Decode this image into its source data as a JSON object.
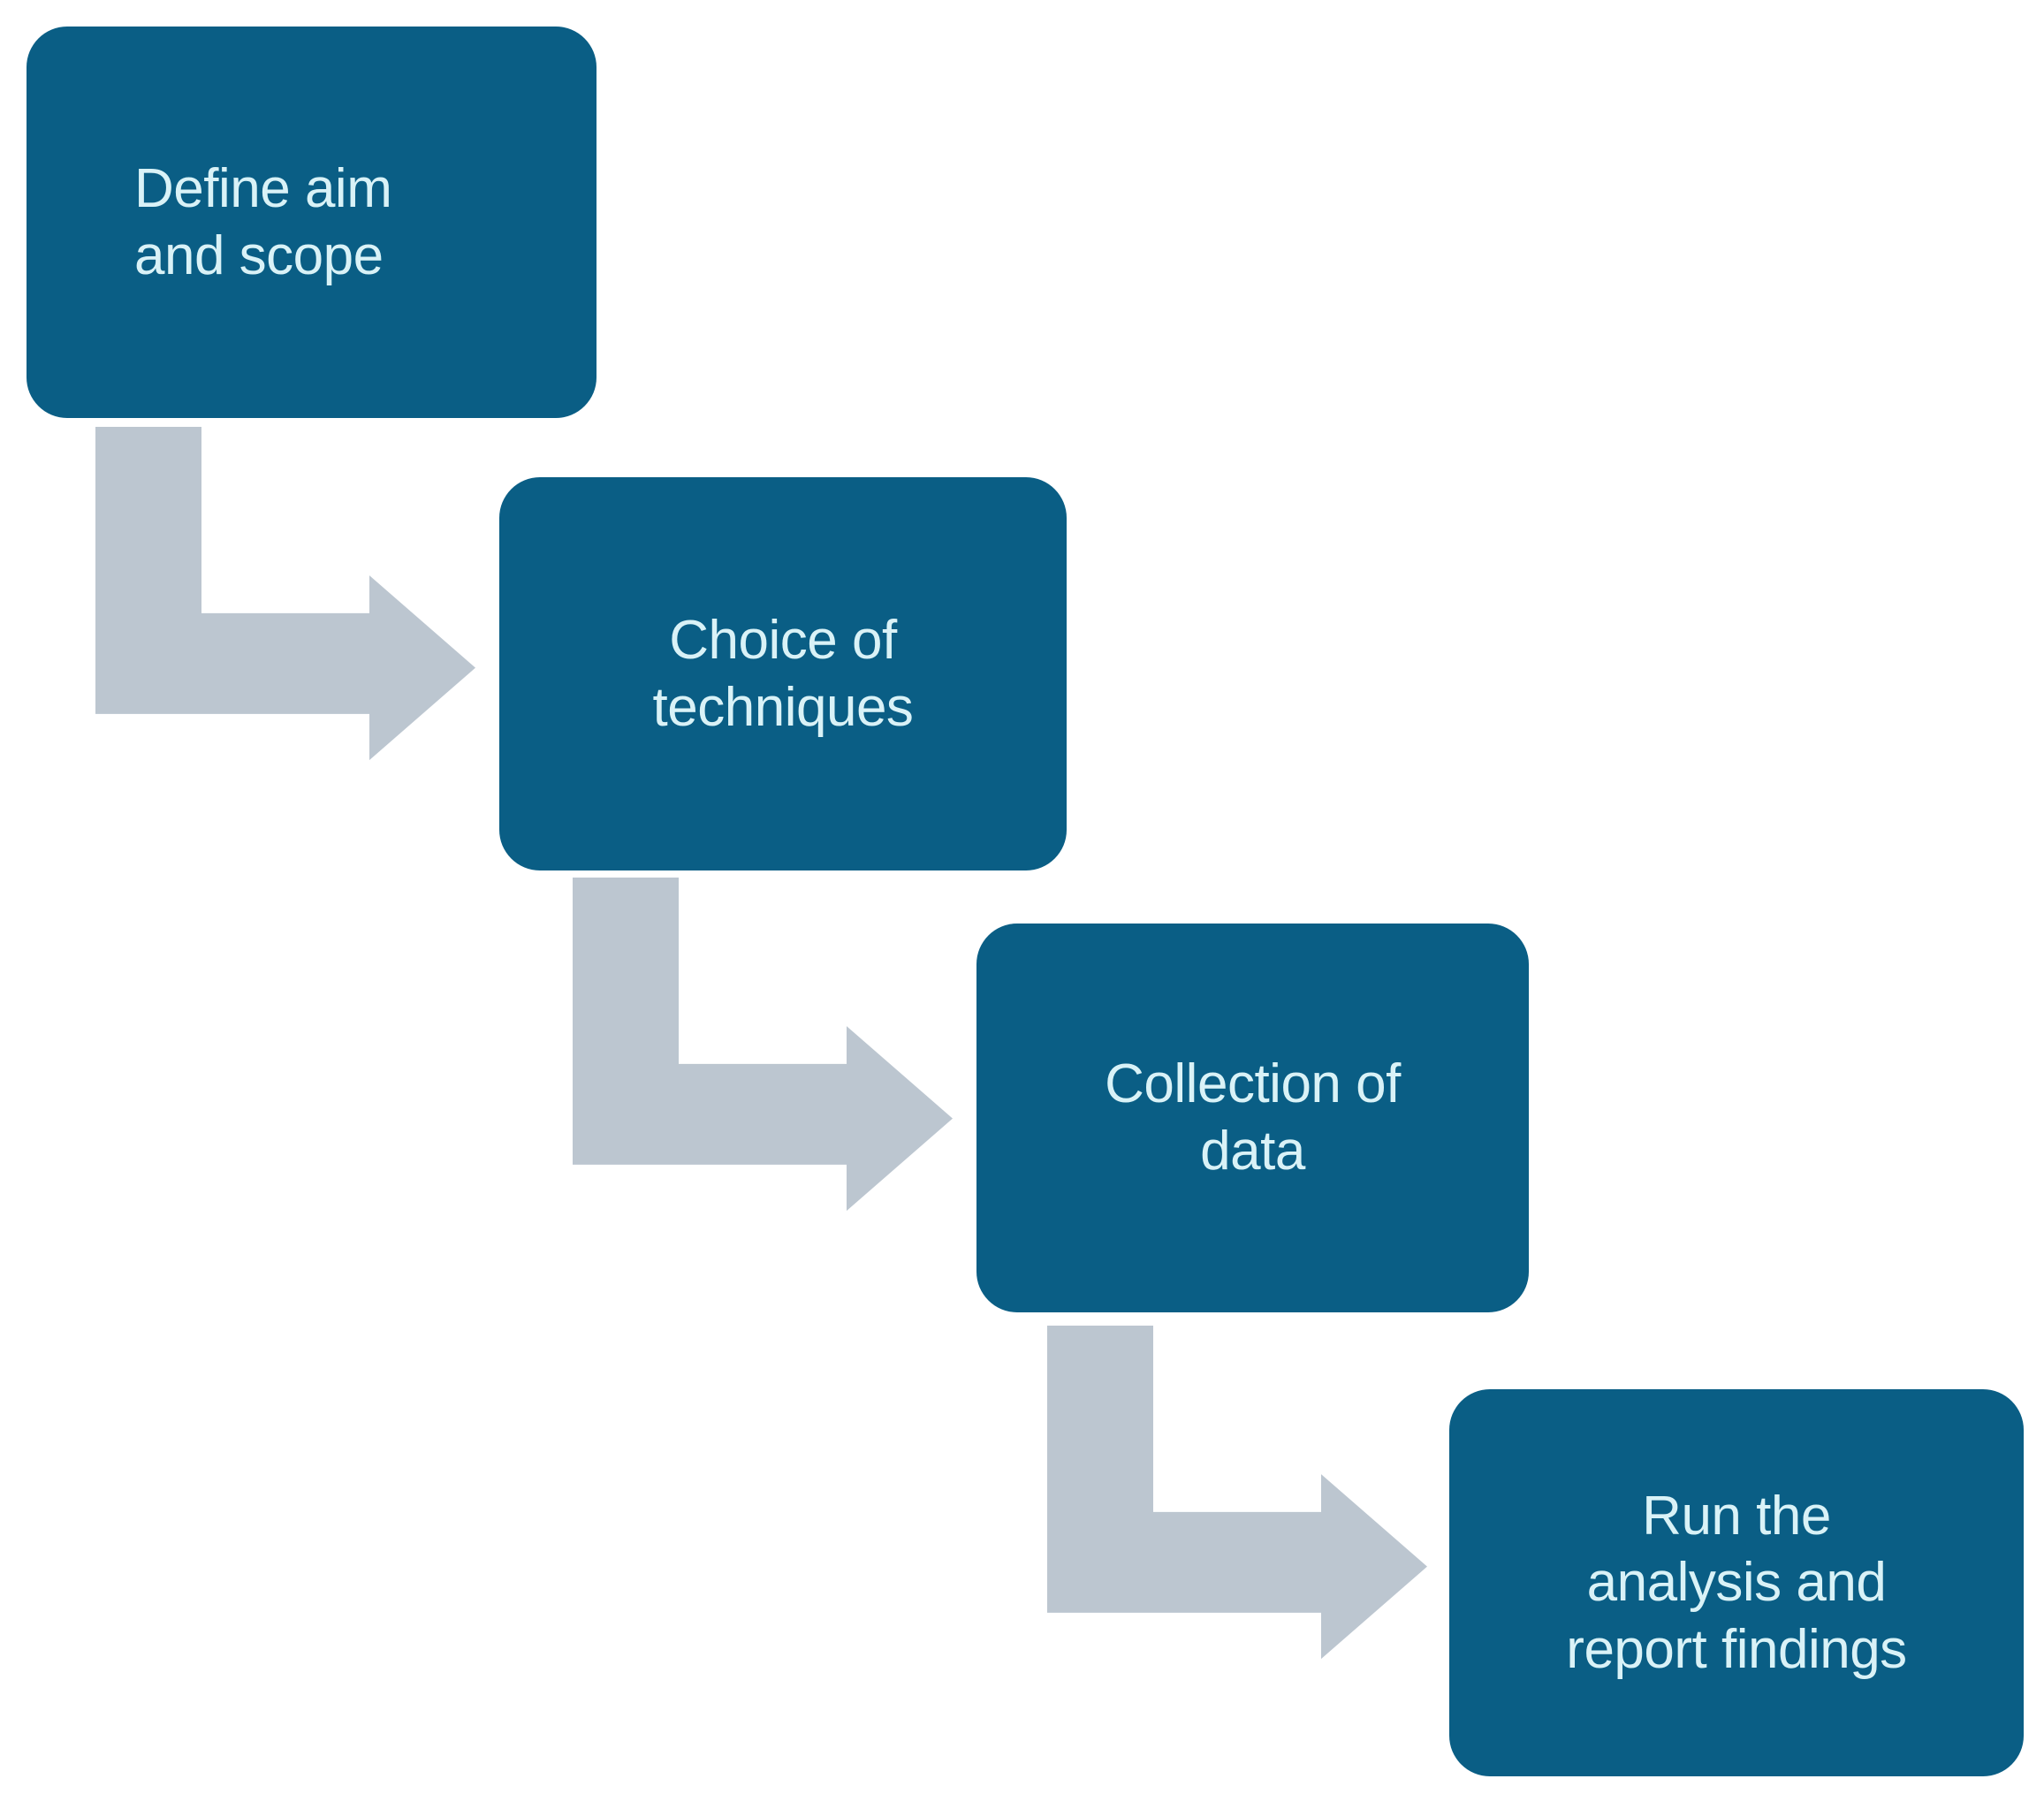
{
  "diagram": {
    "type": "flowchart",
    "orientation": "left-to-right cascading / staircase",
    "background_color": "#ffffff",
    "node_fill_color": "#0a5e85",
    "node_text_color": "#d9f2f7",
    "connector_color": "#bcc6d0",
    "node_count": 4,
    "connector_count": 3,
    "nodes": [
      {
        "id": "define-aim-and-scope",
        "text": "Define aim\nand scope",
        "step": 1
      },
      {
        "id": "choice-of-techniques",
        "text": "Choice of\ntechniques",
        "step": 2
      },
      {
        "id": "collection-of-data",
        "text": "Collection of\ndata",
        "step": 3
      },
      {
        "id": "run-the-analysis-and-report-findings",
        "text": "Run the\nanalysis and\nreport findings",
        "step": 4
      }
    ],
    "connectors": [
      {
        "id": "connector-1",
        "from": "define-aim-and-scope",
        "to": "choice-of-techniques",
        "shape": "elbow-down-right"
      },
      {
        "id": "connector-2",
        "from": "choice-of-techniques",
        "to": "collection-of-data",
        "shape": "elbow-down-right"
      },
      {
        "id": "connector-3",
        "from": "collection-of-data",
        "to": "run-the-analysis-and-report-findings",
        "shape": "elbow-down-right"
      }
    ]
  }
}
